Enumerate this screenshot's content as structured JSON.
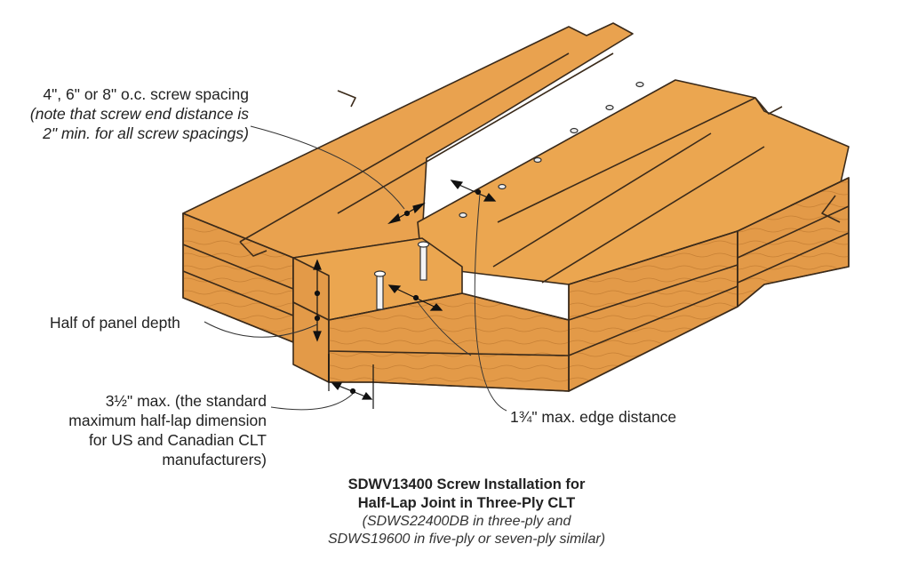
{
  "labels": {
    "spacing_line1": "4\", 6\" or 8\" o.c. screw spacing",
    "spacing_line2": "(note that screw end distance is",
    "spacing_line3": "2\" min. for all screw spacings)",
    "half_depth": "Half of panel depth",
    "max_lap_line1": "3½\" max. (the standard",
    "max_lap_line2": "maximum half-lap dimension",
    "max_lap_line3": "for US and Canadian CLT",
    "max_lap_line4": "manufacturers)",
    "edge_distance": "1¾\" max. edge distance"
  },
  "caption": {
    "title_line1": "SDWV13400 Screw Installation for",
    "title_line2": "Half-Lap Joint in Three-Ply CLT",
    "sub_line1": "(SDWS22400DB in three-ply and",
    "sub_line2": "SDWS19600 in five-ply or seven-ply similar)"
  },
  "colors": {
    "wood": "#e9a24f",
    "wood_side": "#d8913f",
    "outline": "#3a2a1a"
  }
}
